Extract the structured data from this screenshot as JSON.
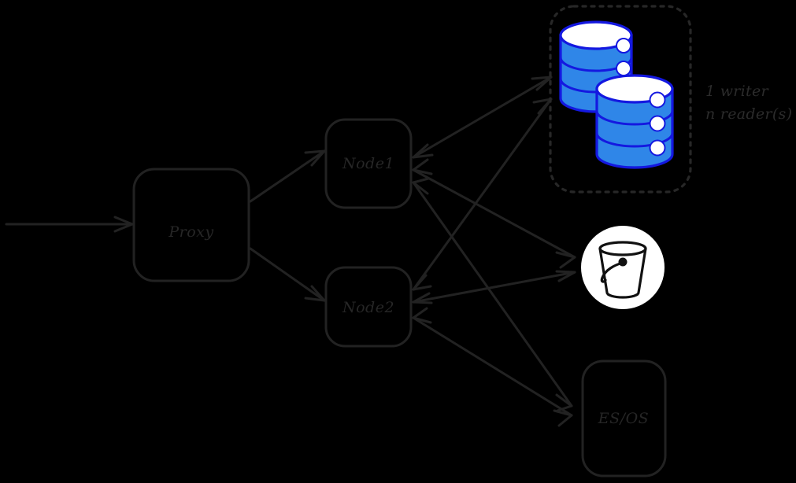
{
  "diagram": {
    "title": "Proxy / node / storage architecture diagram",
    "background_color": "#000000",
    "stroke_color": "#222222",
    "accent_blue": "#2f86e8",
    "accent_blue_outline": "#1418e0",
    "icon_white": "#ffffff",
    "nodes": [
      {
        "id": "proxy",
        "label": "Proxy",
        "shape": "rounded-rect"
      },
      {
        "id": "node1",
        "label": "Node1",
        "shape": "rounded-rect"
      },
      {
        "id": "node2",
        "label": "Node2",
        "shape": "rounded-rect"
      },
      {
        "id": "esos",
        "label": "ES/OS",
        "shape": "rounded-rect"
      },
      {
        "id": "database-cluster",
        "label": "",
        "shape": "dashed-group",
        "icon": "database-cylinders-icon"
      },
      {
        "id": "object-storage",
        "label": "",
        "shape": "circle",
        "icon": "bucket-icon"
      }
    ],
    "annotations": [
      {
        "id": "db-annotation-line1",
        "text": "1 writer"
      },
      {
        "id": "db-annotation-line2",
        "text": "n reader(s)"
      }
    ],
    "edges": [
      {
        "from": "client",
        "to": "proxy",
        "style": "solid",
        "arrow": "single"
      },
      {
        "from": "proxy",
        "to": "node1",
        "style": "solid",
        "arrow": "single"
      },
      {
        "from": "proxy",
        "to": "node2",
        "style": "solid",
        "arrow": "single"
      },
      {
        "from": "node1",
        "to": "database-cluster",
        "style": "solid",
        "arrow": "double"
      },
      {
        "from": "node1",
        "to": "object-storage",
        "style": "solid",
        "arrow": "double"
      },
      {
        "from": "node1",
        "to": "esos",
        "style": "solid",
        "arrow": "double"
      },
      {
        "from": "node2",
        "to": "database-cluster",
        "style": "solid",
        "arrow": "double"
      },
      {
        "from": "node2",
        "to": "object-storage",
        "style": "solid",
        "arrow": "double"
      },
      {
        "from": "node2",
        "to": "esos",
        "style": "solid",
        "arrow": "double"
      }
    ]
  }
}
